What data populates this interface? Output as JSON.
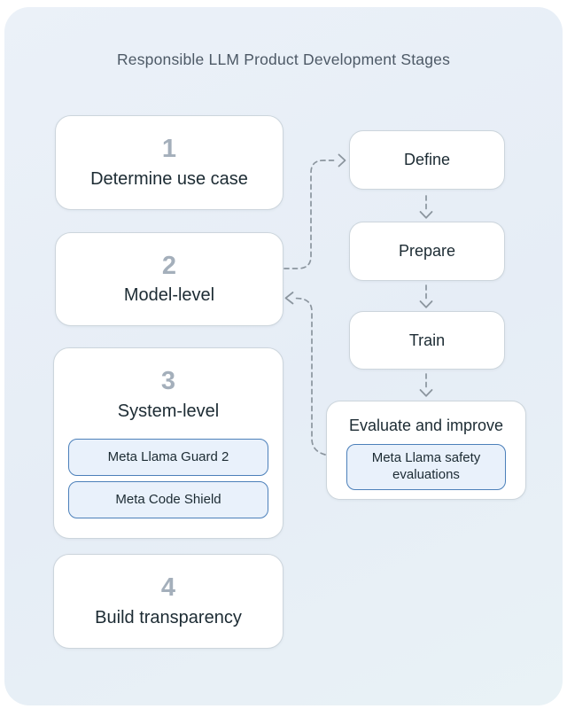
{
  "title": "Responsible LLM Product Development Stages",
  "colors": {
    "page_bg": "#ffffff",
    "card_bg_top": "#ebf1f8",
    "card_bg_mid": "#e6edf6",
    "card_bg_bottom": "#e9f2f6",
    "box_bg": "#ffffff",
    "box_border": "#ccd5dc",
    "chip_bg": "#e9f1fb",
    "chip_border": "#4c80ba",
    "number_color": "#a4afbb",
    "label_color": "#1c2b33",
    "title_color": "#4d5966",
    "connector_color": "#8b959e"
  },
  "stages": [
    {
      "number": "1",
      "label": "Determine use case"
    },
    {
      "number": "2",
      "label": "Model-level"
    },
    {
      "number": "3",
      "label": "System-level",
      "chips": [
        "Meta Llama Guard 2",
        "Meta Code Shield"
      ]
    },
    {
      "number": "4",
      "label": "Build transparency"
    }
  ],
  "flow": [
    {
      "label": "Define"
    },
    {
      "label": "Prepare"
    },
    {
      "label": "Train"
    },
    {
      "label": "Evaluate and improve",
      "chips": [
        "Meta Llama safety evaluations"
      ]
    }
  ]
}
